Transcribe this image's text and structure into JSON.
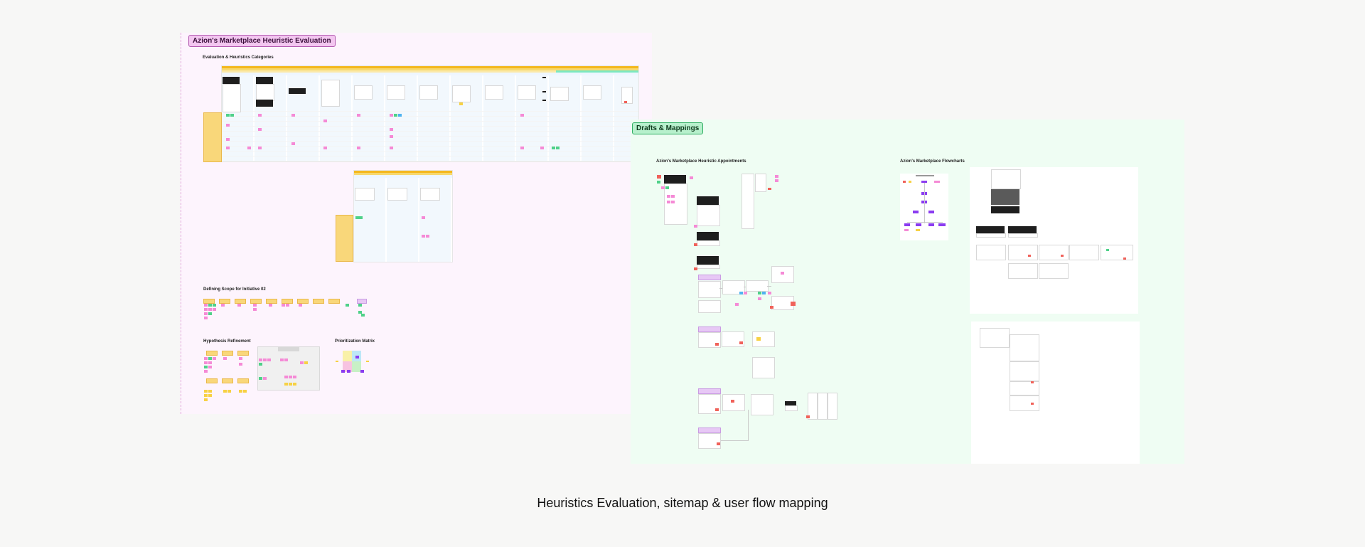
{
  "evaluation_board": {
    "label": "Azion's Marketplace Heuristic Evaluation",
    "label_bg": "#f3c6f0",
    "label_border": "#b35ab0",
    "bg": "#fdf4fd",
    "sections": {
      "categories": "Evaluation & Heuristics Categories",
      "scope": "Defining Scope for Initiative 02",
      "hypothesis": "Hypothesis Refinement",
      "matrix": "Prioritization Matrix"
    }
  },
  "drafts_board": {
    "label": "Drafts & Mappings",
    "label_bg": "#b7f0cc",
    "label_border": "#2fae62",
    "bg": "#effdf3",
    "sections": {
      "appointments": "Azion's Marketplace Heuristic Appointments",
      "flowcharts": "Azion's Marketplace Flowcharts"
    }
  },
  "caption": "Heuristics Evaluation, sitemap & user flow mapping"
}
